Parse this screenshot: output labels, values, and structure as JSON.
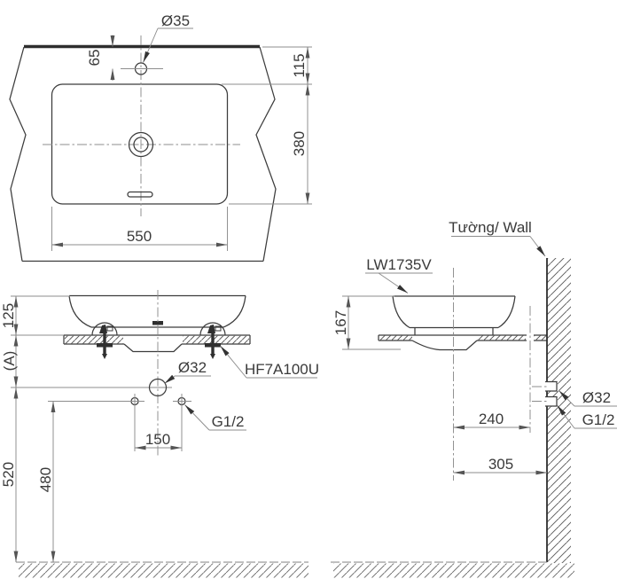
{
  "top_view": {
    "hole_diameter": "Ø35",
    "dim_hole_offset": "65",
    "dim_edge_offset": "115",
    "dim_basin_depth": "380",
    "dim_basin_width": "550"
  },
  "front_view": {
    "dim_rim_height": "125",
    "dim_counter_to_drain": "(A)",
    "dim_drain_height": "520",
    "dim_supply_height": "480",
    "dim_supply_spacing": "150",
    "drain_diameter": "Ø32",
    "fitting_code": "HF7A100U",
    "supply_thread": "G1/2"
  },
  "side_view": {
    "wall_label": "Tường/ Wall",
    "model_code": "LW1735V",
    "dim_basin_height": "167",
    "dim_drain_offset": "240",
    "dim_center_to_wall": "305",
    "drain_diameter": "Ø32",
    "supply_thread": "G1/2"
  },
  "colors": {
    "object_line": "#3c3c3c",
    "dimension_line": "#8d8d8d",
    "text": "#3a3a3a",
    "background": "#ffffff"
  }
}
